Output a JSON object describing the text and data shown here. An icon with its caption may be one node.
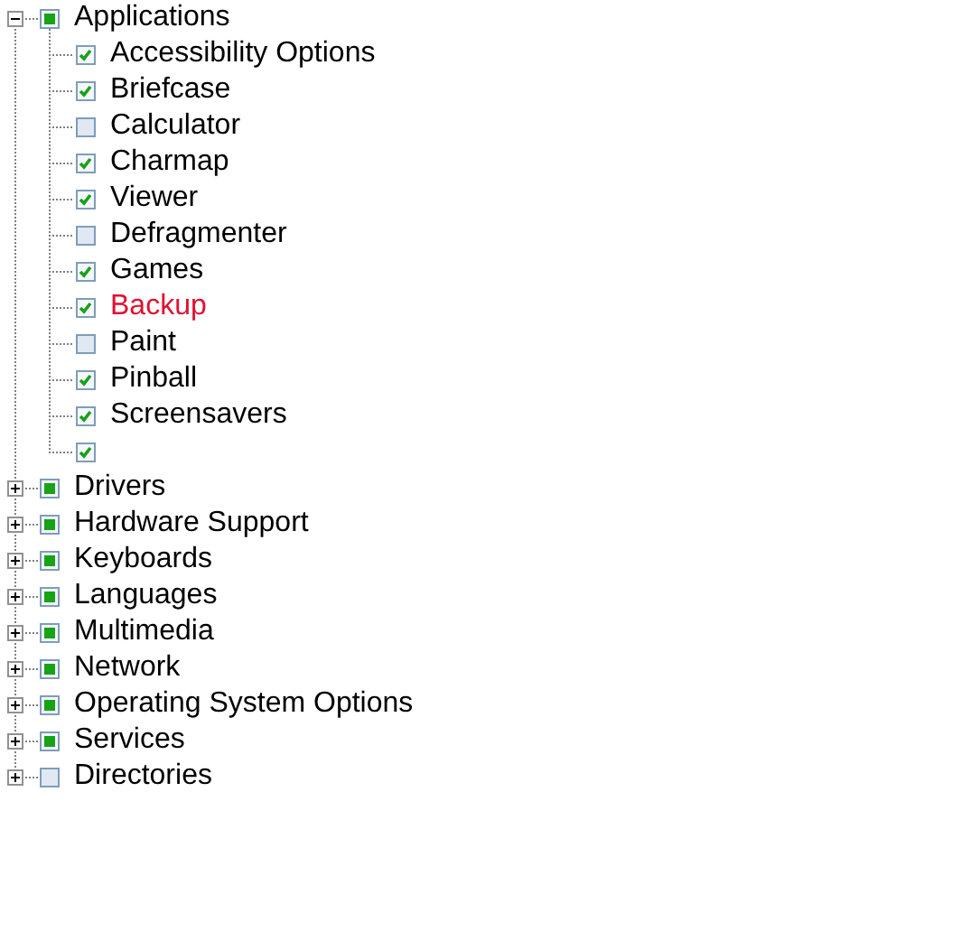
{
  "diagram": {
    "nodes": [
      {
        "text": [
          "Applications"
        ]
      },
      {
        "text": [
          "Accessibility Options"
        ]
      },
      {
        "text": [
          "Briefcase"
        ]
      },
      {
        "text": [
          "Calculator"
        ]
      },
      {
        "text": [
          "Charmap"
        ]
      },
      {
        "text": [
          "Viewer"
        ]
      },
      {
        "text": [
          "Defragmenter"
        ]
      },
      {
        "text": [
          "Games"
        ]
      },
      {
        "text": [
          "Backup"
        ]
      },
      {
        "text": [
          "Paint"
        ]
      },
      {
        "text": [
          "Pinball"
        ]
      },
      {
        "text": [
          "Screensavers"
        ]
      },
      {
        "text": [],
        "shape": "box"
      },
      {
        "text": [
          "Drivers"
        ]
      },
      {
        "text": [
          "Hardware Support"
        ]
      },
      {
        "text": [
          "Keyboards"
        ]
      },
      {
        "text": [
          "Languages"
        ]
      },
      {
        "text": [
          "Multimedia"
        ]
      },
      {
        "text": [
          "Network"
        ]
      },
      {
        "text": [
          "Operating System Options"
        ]
      },
      {
        "text": [
          "Services"
        ]
      },
      {
        "text": [
          "Directories"
        ]
      }
    ],
    "edges": [
      {
        "from": 0,
        "to": 1,
        "arrow": "none",
        "style": "dashed"
      },
      {
        "from": 0,
        "to": 2,
        "arrow": "none",
        "style": "dashed"
      },
      {
        "from": 0,
        "to": 3,
        "arrow": "none",
        "style": "dashed"
      },
      {
        "from": 0,
        "to": 4,
        "arrow": "none",
        "style": "dashed"
      },
      {
        "from": 0,
        "to": 5,
        "arrow": "none",
        "style": "dashed"
      },
      {
        "from": 0,
        "to": 6,
        "arrow": "none",
        "style": "dashed"
      },
      {
        "from": 0,
        "to": 7,
        "arrow": "none",
        "style": "dashed"
      },
      {
        "from": 0,
        "to": 8,
        "arrow": "none",
        "style": "dashed"
      },
      {
        "from": 0,
        "to": 9,
        "arrow": "none",
        "style": "dashed"
      },
      {
        "from": 0,
        "to": 10,
        "arrow": "none",
        "style": "dashed"
      },
      {
        "from": 0,
        "to": 11,
        "arrow": "none",
        "style": "dashed"
      },
      {
        "from": 0,
        "to": 12,
        "arrow": "none",
        "style": "dashed"
      },
      {
        "from": 0,
        "to": 13,
        "arrow": "none",
        "style": "dashed"
      },
      {
        "from": 13,
        "to": 14,
        "arrow": "none",
        "style": "dashed"
      },
      {
        "from": 14,
        "to": 15,
        "arrow": "none",
        "style": "dashed"
      },
      {
        "from": 15,
        "to": 16,
        "arrow": "none",
        "style": "dashed"
      },
      {
        "from": 16,
        "to": 17,
        "arrow": "none",
        "style": "dashed"
      },
      {
        "from": 17,
        "to": 18,
        "arrow": "none",
        "style": "dashed"
      },
      {
        "from": 18,
        "to": 19,
        "arrow": "none",
        "style": "dashed"
      },
      {
        "from": 19,
        "to": 20,
        "arrow": "none",
        "style": "dashed"
      },
      {
        "from": 20,
        "to": 21,
        "arrow": "none",
        "style": "dashed"
      }
    ]
  }
}
